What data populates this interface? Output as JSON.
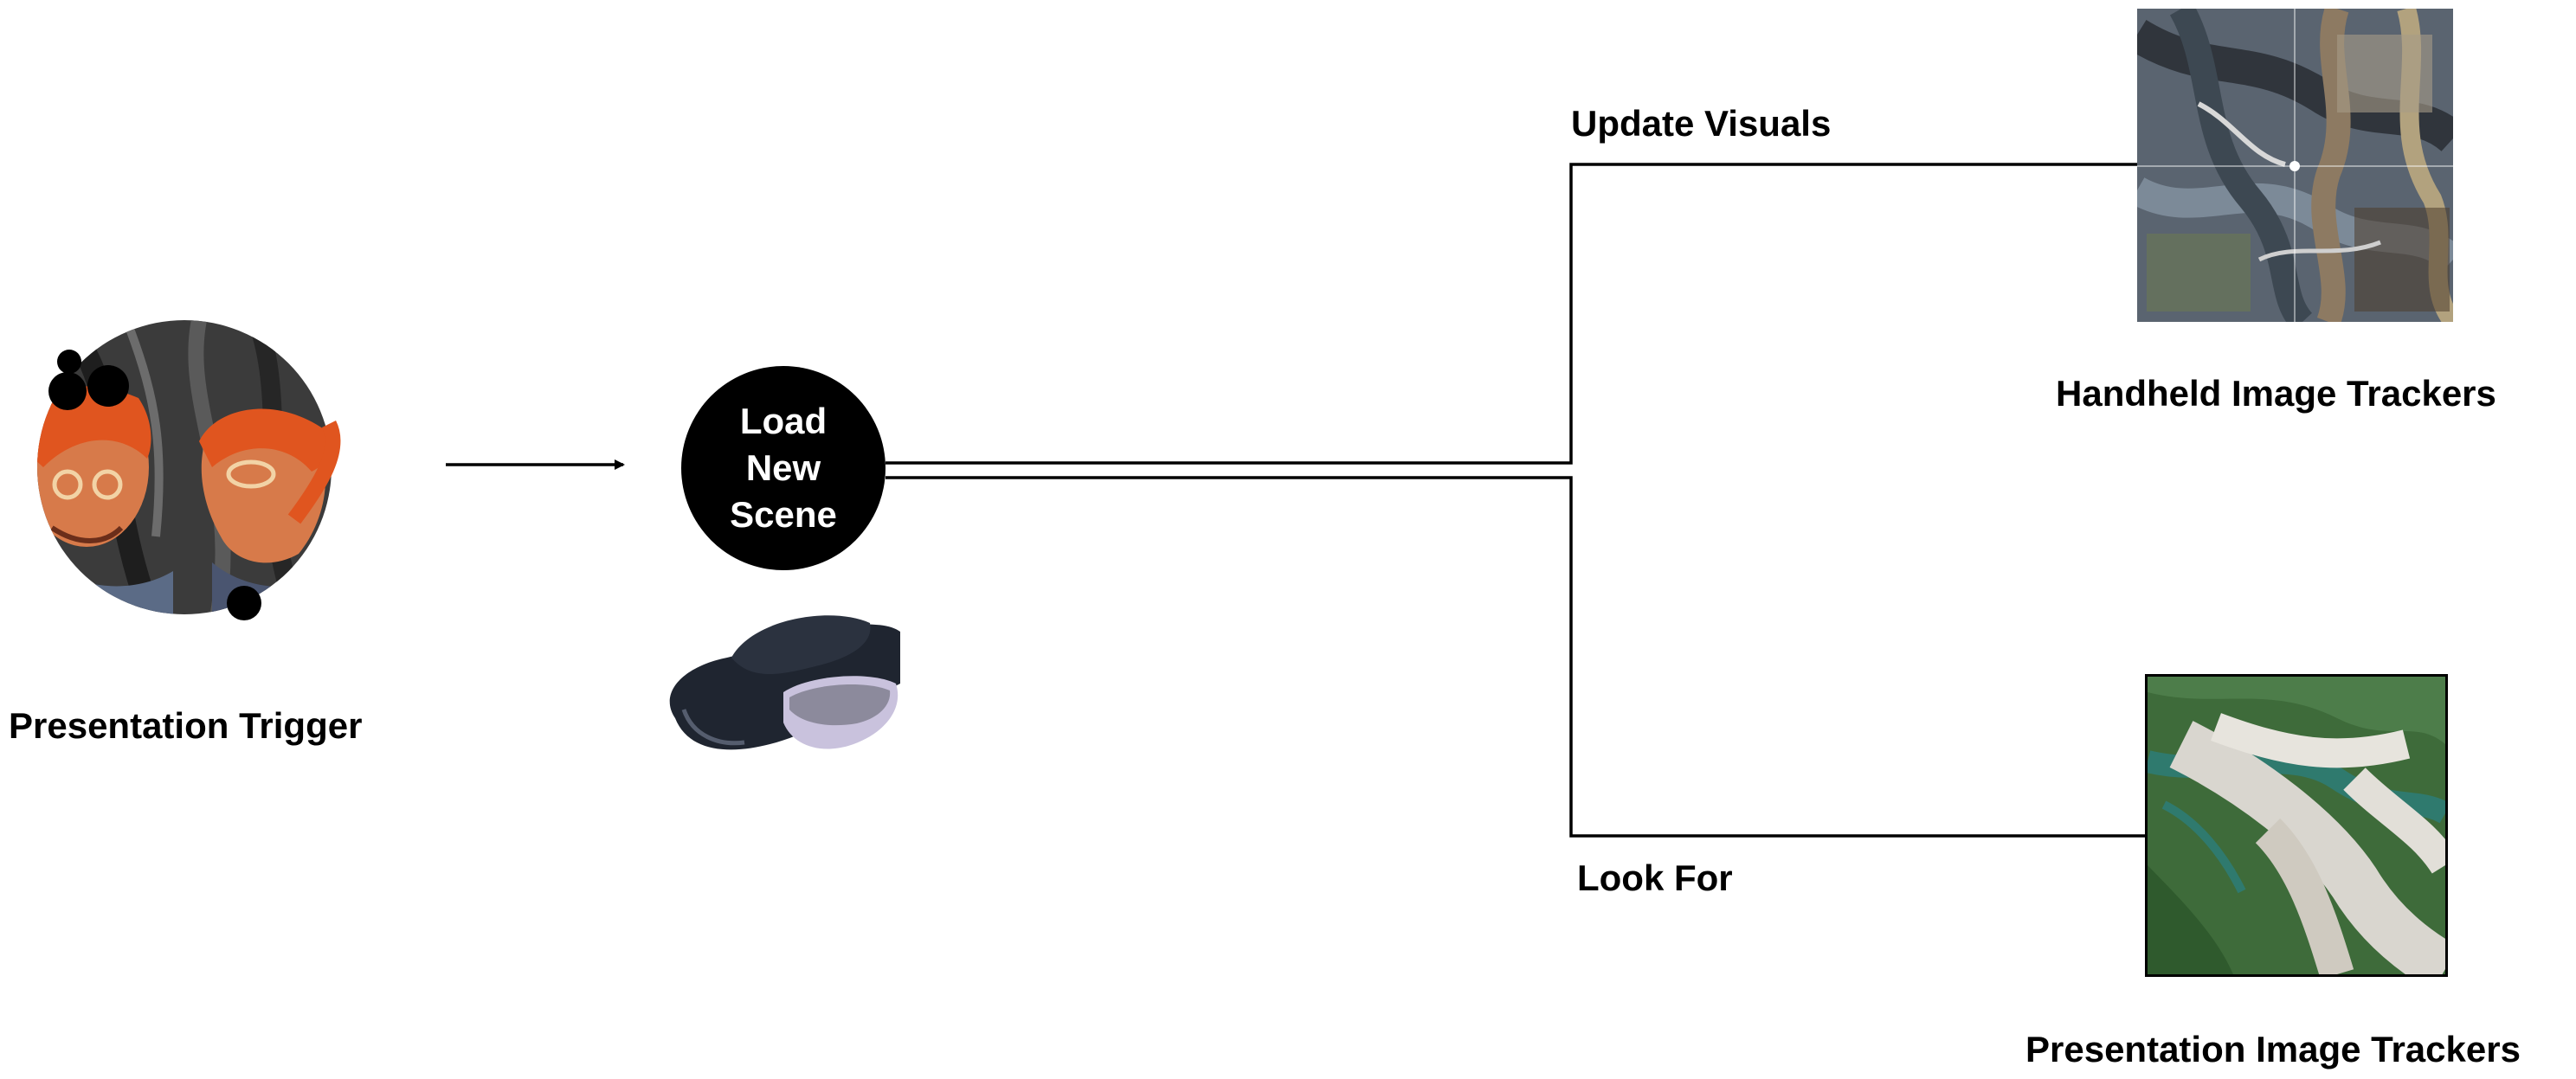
{
  "labels": {
    "presentation_trigger": "Presentation Trigger",
    "load_new_scene": "Load\nNew\nScene",
    "update_visuals": "Update Visuals",
    "look_for": "Look For",
    "handheld_trackers": "Handheld Image Trackers",
    "presentation_trackers": "Presentation Image Trackers"
  },
  "colors": {
    "ink": "#000000",
    "node_fill": "#000000",
    "node_text": "#ffffff",
    "hair": "#e0551f",
    "map_water": "#2f7a6e",
    "map_land": "#3e6b3a"
  },
  "icons": {
    "trigger": "portrait-painting-image",
    "headset": "mixed-reality-headset-image",
    "handheld": "aerial-collage-image",
    "presentation": "aerial-map-image"
  }
}
